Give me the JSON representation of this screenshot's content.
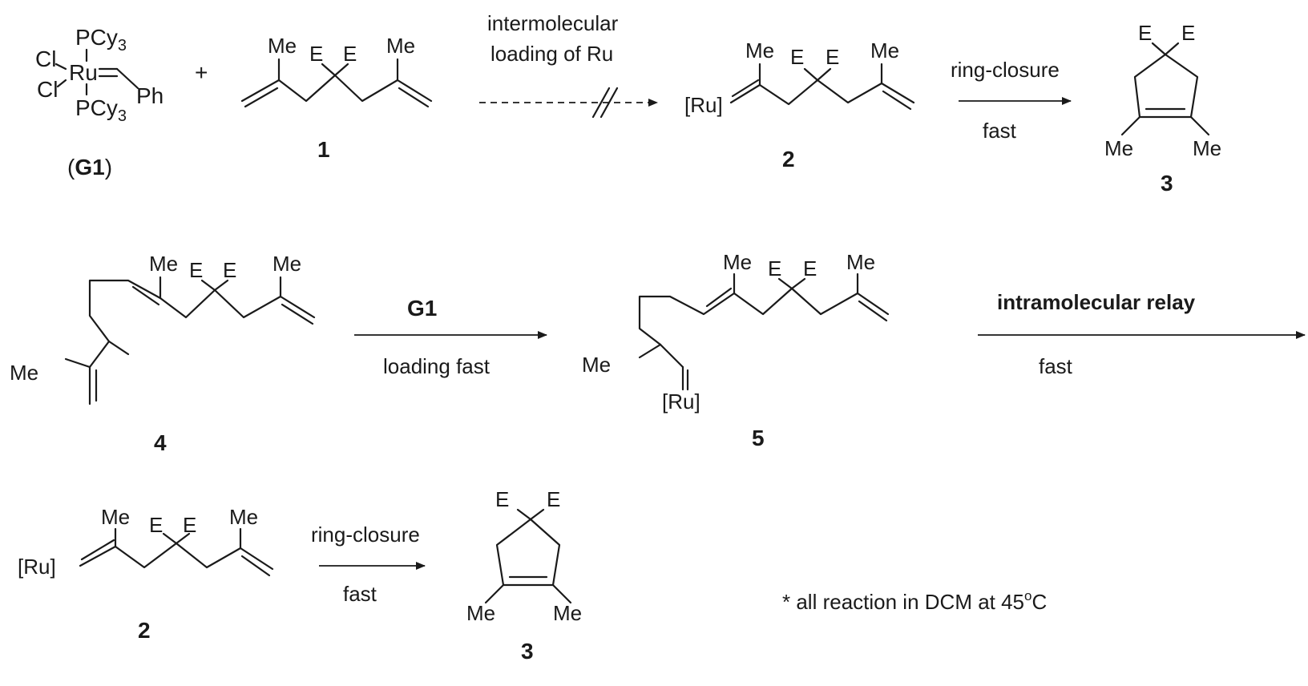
{
  "catalyst": {
    "ligand_top": "PCy",
    "ligand_bottom": "PCy",
    "ligand_sub": "3",
    "cl_top": "Cl",
    "cl_bottom": "Cl",
    "metal": "Ru",
    "phenyl": "Ph",
    "label_open": "(",
    "label_bold": "G1",
    "label_close": ")"
  },
  "plus": "+",
  "symbols": {
    "me": "Me",
    "ester": "E",
    "ru_bracket": "[Ru]"
  },
  "compounds": {
    "c1": "1",
    "c2": "2",
    "c3": "3",
    "c4": "4",
    "c5": "5"
  },
  "row1": {
    "blocked_arrow_top1": "intermolecular",
    "blocked_arrow_top2": "loading of Ru",
    "ring_closure": "ring-closure",
    "fast": "fast"
  },
  "row2": {
    "reagent": "G1",
    "loading_fast": "loading fast",
    "relay": "intramolecular relay",
    "fast": "fast"
  },
  "row3": {
    "ring_closure": "ring-closure",
    "fast": "fast"
  },
  "footnote": {
    "prefix": "* all reaction in DCM at 45",
    "degree": "o",
    "suffix": "C"
  }
}
